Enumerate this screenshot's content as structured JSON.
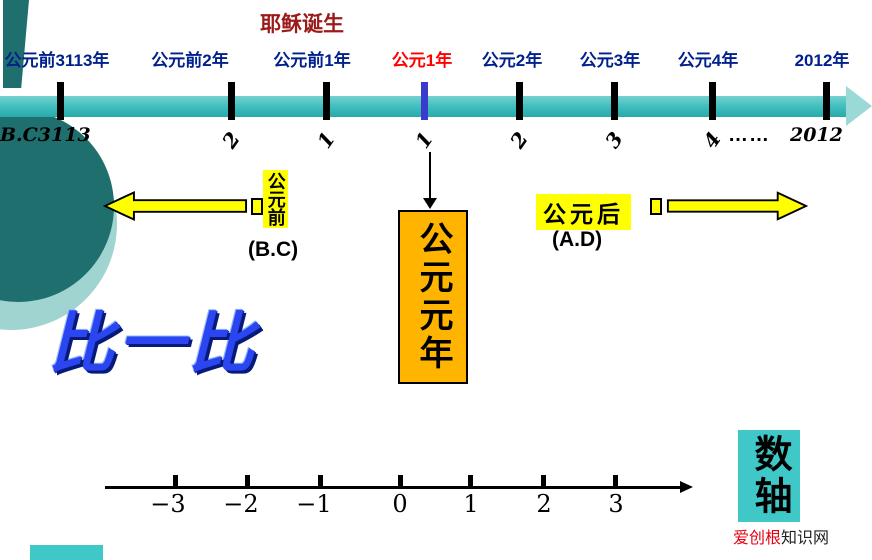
{
  "header": {
    "jesus_birth": "耶稣诞生"
  },
  "timeline": {
    "year_labels": [
      {
        "text": "公元前3113年"
      },
      {
        "text": "公元前2年"
      },
      {
        "text": "公元前1年"
      },
      {
        "text": "公元1年"
      },
      {
        "text": "公元2年"
      },
      {
        "text": "公元3年"
      },
      {
        "text": "公元4年"
      },
      {
        "text": "2012年"
      }
    ],
    "tick_labels": [
      "B.C3113",
      "2",
      "1",
      "1",
      "2",
      "3",
      "4",
      "……",
      "2012"
    ]
  },
  "era": {
    "bc_label": "公元前",
    "bc_abbr": "(B.C)",
    "ad_label": "公元后",
    "ad_abbr": "(A.D)",
    "year_one_box": "公元元年"
  },
  "wordart": {
    "compare": "比一比"
  },
  "number_line": {
    "tick_labels": [
      "−3",
      "−2",
      "−1",
      "0",
      "1",
      "2",
      "3"
    ]
  },
  "axis_box": {
    "label": "数轴"
  },
  "watermark": {
    "brand": "爱创根",
    "suffix": "知识网"
  },
  "colors": {
    "year_navy": "#00218c",
    "year_one_red": "#ff0000",
    "title_dark_red": "#9b1a1a",
    "timeline_teal": "#3cbcbc",
    "deco_dark_teal": "#1e6f6d",
    "deco_light_teal": "#9fd4d0",
    "era_yellow": "#ffff00",
    "year_one_box_orange": "#ffb400",
    "wordart_blue": "#2b46f0",
    "axis_box_teal": "#40c8c8",
    "watermark_red": "#e60012"
  }
}
